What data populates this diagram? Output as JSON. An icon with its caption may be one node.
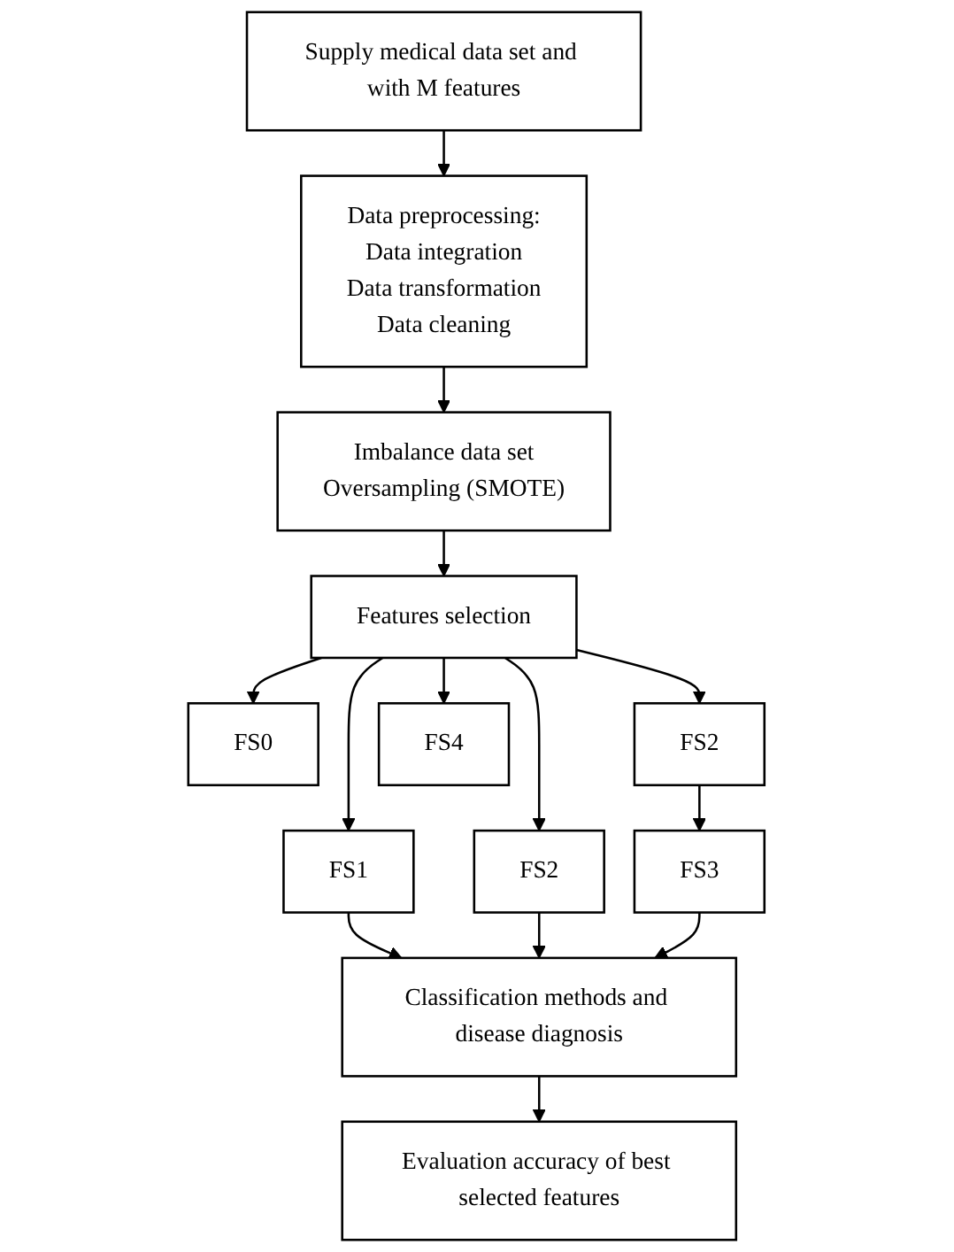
{
  "diagram": {
    "nodes": [
      {
        "text": [
          "Supply medical data set and with M features"
        ]
      },
      {
        "text": [
          "Data preprocessing:",
          "Data integration",
          "Data transformation",
          "Data cleaning"
        ]
      },
      {
        "text": [
          "Imbalance data set",
          "Oversampling (SMOTE)"
        ]
      },
      {
        "text": [
          "Features selection"
        ]
      },
      {
        "text": [
          "FS0"
        ]
      },
      {
        "text": [
          "FS1"
        ]
      },
      {
        "text": [
          "FS2"
        ]
      },
      {
        "text": [
          "FS2"
        ]
      },
      {
        "text": [
          "FS4"
        ]
      },
      {
        "text": [
          "FS3"
        ]
      },
      {
        "text": [
          "Classification methods and disease diagnosis"
        ]
      },
      {
        "text": [
          "Evaluation accuracy of best selected features"
        ]
      }
    ],
    "edges": [
      {
        "from": 0,
        "to": 1,
        "arrow": "to"
      },
      {
        "from": 1,
        "to": 2,
        "arrow": "to"
      },
      {
        "from": 2,
        "to": 3,
        "arrow": "to"
      },
      {
        "from": 3,
        "to": 4,
        "arrow": "to"
      },
      {
        "from": 3,
        "to": 5,
        "arrow": "to"
      },
      {
        "from": 3,
        "to": 6,
        "arrow": "to"
      },
      {
        "from": 3,
        "to": 7,
        "arrow": "to"
      },
      {
        "from": 3,
        "to": 8,
        "arrow": "to"
      },
      {
        "from": 7,
        "to": 9,
        "arrow": "to"
      },
      {
        "from": 5,
        "to": 10,
        "arrow": "to"
      },
      {
        "from": 6,
        "to": 10,
        "arrow": "to"
      },
      {
        "from": 9,
        "to": 10,
        "arrow": "to"
      },
      {
        "from": 10,
        "to": 11,
        "arrow": "to"
      }
    ]
  }
}
